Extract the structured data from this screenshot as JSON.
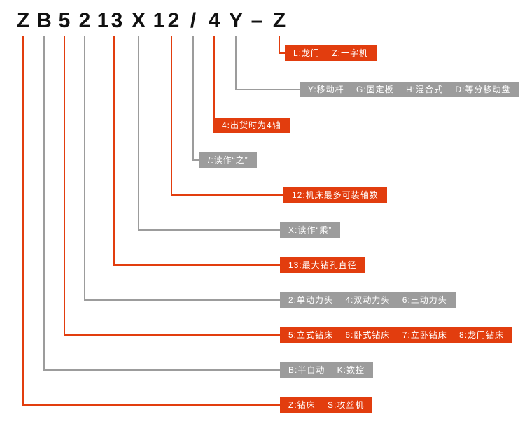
{
  "model": {
    "display": "Z B 5 2 1 3 X 1 2 / 4 Y – Z",
    "chars": [
      "Z",
      "B",
      "5",
      "2",
      "1",
      "3",
      "X",
      "1",
      "2",
      "/",
      "4",
      "Y",
      "–",
      "Z"
    ]
  },
  "colors": {
    "red": "#e23d0e",
    "gray": "#9c9c9c",
    "title": "#111111",
    "background": "#ffffff"
  },
  "rows": [
    {
      "connects_to": "Z",
      "color": "red",
      "label": "L:龙门    Z:一字机"
    },
    {
      "connects_to": "Y",
      "color": "gray",
      "label": "Y:移动杆    G:固定板    H:混合式    D:等分移动盘"
    },
    {
      "connects_to": "4",
      "color": "red",
      "label": "4:出货时为4轴"
    },
    {
      "connects_to": "/",
      "color": "gray",
      "label": "/:读作“之”"
    },
    {
      "connects_to": "12",
      "color": "red",
      "label": "12:机床最多可装轴数"
    },
    {
      "connects_to": "X",
      "color": "gray",
      "label": "X:读作“乘”"
    },
    {
      "connects_to": "13",
      "color": "red",
      "label": "13:最大钻孔直径"
    },
    {
      "connects_to": "2",
      "color": "gray",
      "label": "2:单动力头    4:双动力头    6:三动力头"
    },
    {
      "connects_to": "5",
      "color": "red",
      "label": "5:立式钻床    6:卧式钻床    7:立卧钻床    8:龙门钻床"
    },
    {
      "connects_to": "B",
      "color": "gray",
      "label": "B:半自动    K:数控"
    },
    {
      "connects_to": "Z",
      "color": "red",
      "label": "Z:钻床    S:攻丝机"
    }
  ]
}
